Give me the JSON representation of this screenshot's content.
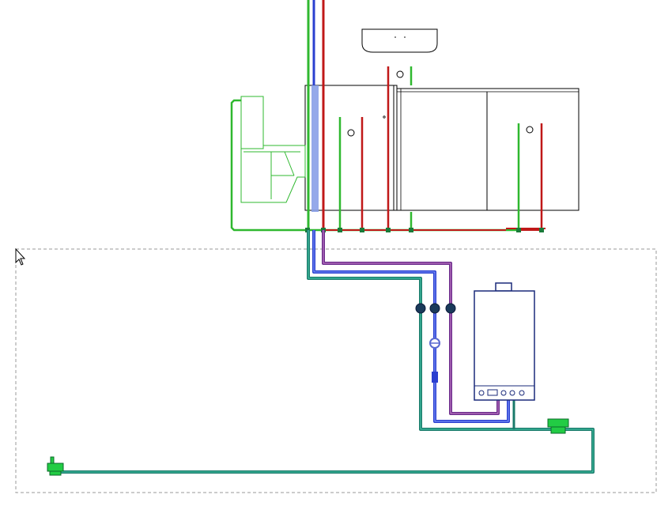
{
  "view": {
    "background": "#ffffff",
    "selection_box": "dashed",
    "cursor": "arrow-cursor-icon"
  },
  "colors": {
    "cold_water_green": "#2fb82f",
    "hot_water_red": "#c01818",
    "return_blue": "#2a3fd0",
    "selected_highlight": "#8aa0e8",
    "teal_pipe": "#1a7a6a",
    "purple_pipe": "#6a2a8a",
    "fixture_outline": "#000000",
    "boiler_outline": "#1a2a7a",
    "selection_dash": "#999999",
    "meter_green": "#22cc44"
  },
  "components": {
    "washbasin": "washbasin",
    "toilet": "wc-pan",
    "cabinet_left": "cabinet",
    "cabinet_right": "cabinet-double",
    "boiler": "combi-boiler",
    "valves": "isolation-valves",
    "water_meter": "water-meter",
    "inlet": "water-inlet-stopcock"
  }
}
